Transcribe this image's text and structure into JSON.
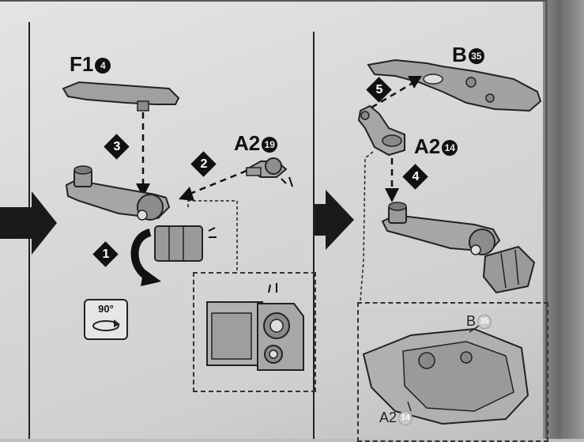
{
  "left_panel": {
    "part_f1": {
      "letter": "F1",
      "number": "4"
    },
    "part_a2": {
      "letter": "A2",
      "number": "19"
    },
    "steps": [
      "1",
      "2",
      "3"
    ],
    "rotation_label": "90°"
  },
  "right_panel": {
    "part_b": {
      "letter": "B",
      "number": "35"
    },
    "part_a2": {
      "letter": "A2",
      "number": "14"
    },
    "steps": [
      "4",
      "5"
    ],
    "detail": {
      "label_b": {
        "letter": "B",
        "number": "35"
      },
      "label_a2": {
        "letter": "A2",
        "number": "14"
      }
    }
  },
  "colors": {
    "ink": "#111111",
    "paper": "#dcdcdc",
    "part_fill": "#9e9e9e"
  }
}
